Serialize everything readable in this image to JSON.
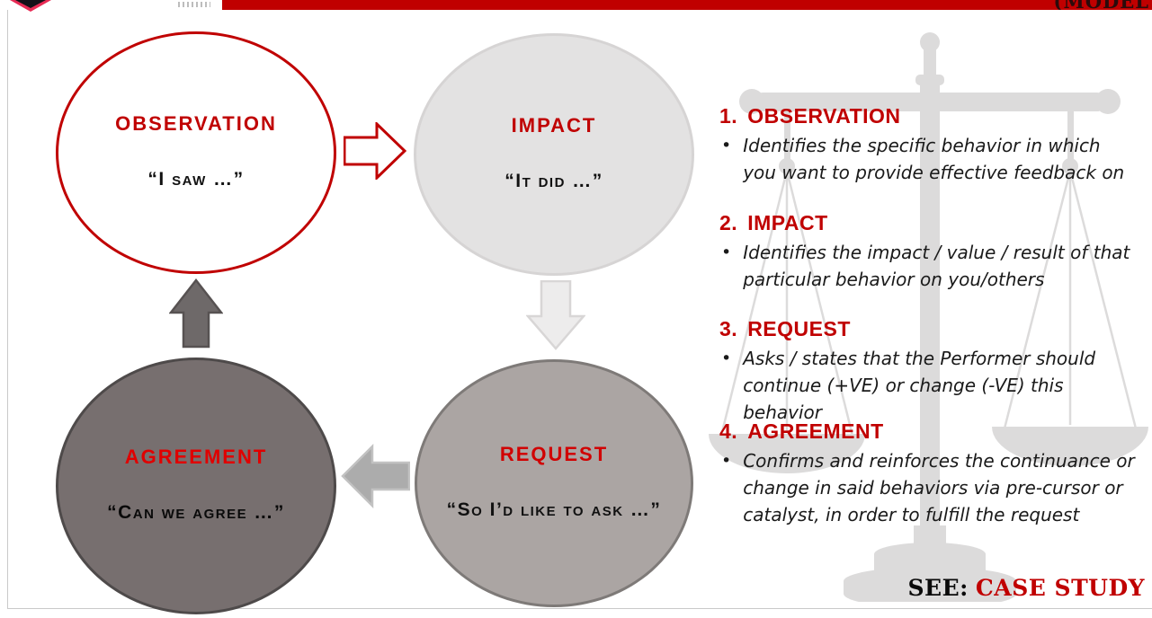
{
  "header": {
    "bar_color": "#C00000",
    "title_fragment": "(MODEL",
    "logo": "shield-logo"
  },
  "diagram": {
    "nodes": [
      {
        "title": "OBSERVATION",
        "quote": "“I saw …”",
        "fill": "#FFFFFF",
        "border": "#C00000",
        "title_color": "#C00000",
        "quote_color": "#111111"
      },
      {
        "title": "IMPACT",
        "quote": "“It did …”",
        "fill": "#E3E2E2",
        "border": "#D6D4D4",
        "title_color": "#C00000",
        "quote_color": "#111111"
      },
      {
        "title": "REQUEST",
        "quote": "“So I’d like to ask …”",
        "fill": "#ABA5A3",
        "border": "#7E7A78",
        "title_color": "#D10000",
        "quote_color": "#111111"
      },
      {
        "title": "AGREEMENT",
        "quote": "“Can we agree …”",
        "fill": "#776F6F",
        "border": "#4E4A4A",
        "title_color": "#E00000",
        "quote_color": "#0A0A0A"
      }
    ],
    "arrows": [
      {
        "name": "observation-to-impact",
        "direction": "right",
        "fill": "#FFFFFF",
        "stroke": "#C00000"
      },
      {
        "name": "impact-to-request",
        "direction": "down",
        "fill": "#EDECEC",
        "stroke": "#D8D6D6"
      },
      {
        "name": "request-to-agreement",
        "direction": "left",
        "fill": "#ACACAC",
        "stroke": "#C2C2C2"
      },
      {
        "name": "agreement-to-observation",
        "direction": "up",
        "fill": "#6E6969",
        "stroke": "#575252"
      }
    ]
  },
  "right_panel": {
    "sections": [
      {
        "num": "1.",
        "name": "OBSERVATION",
        "desc": "Identifies the specific behavior in which you want to provide effective feedback on"
      },
      {
        "num": "2.",
        "name": "IMPACT",
        "desc": "Identifies the impact / value / result of that particular behavior on you/others"
      },
      {
        "num": "3.",
        "name": "REQUEST",
        "desc": "Asks / states that the Performer should continue (+VE) or change (-VE) this behavior"
      },
      {
        "num": "4.",
        "name": "AGREEMENT",
        "desc": "Confirms and reinforces the continuance or change in said behaviors via pre-cursor or catalyst, in order to fulfill the request"
      }
    ],
    "footer": {
      "see_label": "SEE:",
      "link_label": "CASE STUDY",
      "link_color": "#C00000"
    }
  },
  "watermark": "scales-of-justice"
}
